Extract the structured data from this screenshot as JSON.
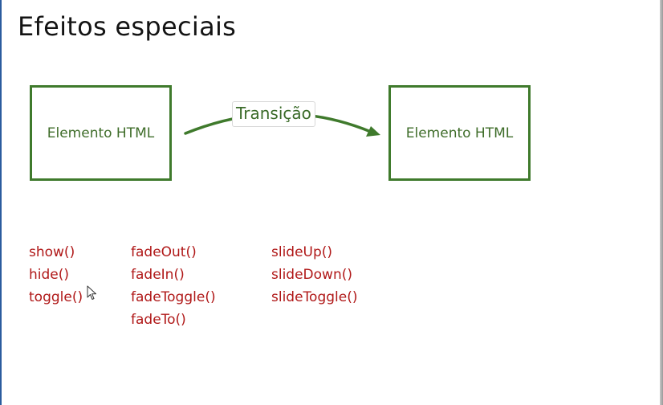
{
  "slide": {
    "title": "Efeitos especiais"
  },
  "diagram": {
    "source_box_label": "Elemento HTML",
    "target_box_label": "Elemento HTML",
    "transition_label": "Transição",
    "colors": {
      "box_border": "#3f7a2c",
      "arrow": "#3f7a2c",
      "label_text": "#3b6b29"
    }
  },
  "methods": {
    "color": "#b01818",
    "columns": [
      [
        "show()",
        "hide()",
        "toggle()"
      ],
      [
        "fadeOut()",
        "fadeIn()",
        "fadeToggle()",
        "fadeTo()"
      ],
      [
        "slideUp()",
        "slideDown()",
        "slideToggle()"
      ]
    ]
  },
  "cursor": {
    "icon": "mouse-pointer-icon"
  }
}
